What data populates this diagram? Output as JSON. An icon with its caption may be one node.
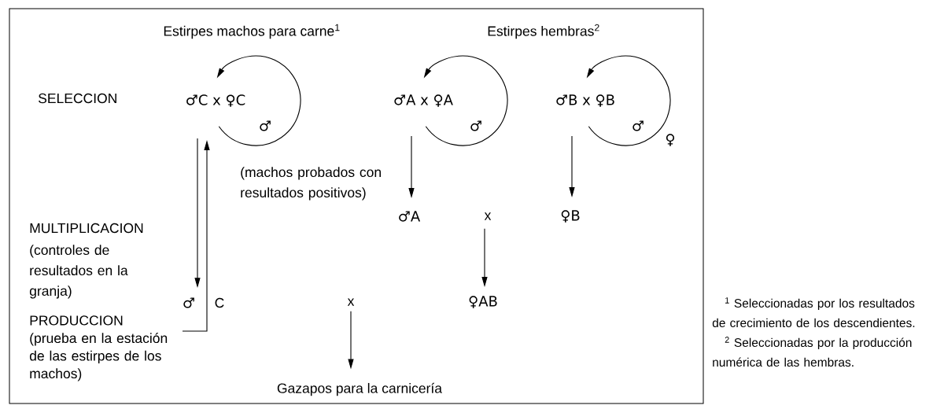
{
  "diagram": {
    "nodes": [
      {
        "text": [
          "♂C x ♀C"
        ],
        "beside": [
          "♂"
        ]
      },
      {
        "text": [
          "♂A x ♀A"
        ],
        "beside": [
          "♂"
        ]
      },
      {
        "text": [
          "♂B x ♀B"
        ],
        "beside": [
          "♂",
          "♀"
        ]
      },
      {
        "text": [
          "♂A"
        ]
      },
      {
        "text": [
          "x"
        ]
      },
      {
        "text": [
          "♀B"
        ]
      },
      {
        "text": [
          "♀AB"
        ]
      },
      {
        "text": [
          "♂"
        ]
      },
      {
        "text": [
          "x"
        ]
      },
      {
        "text": [
          "PRODUCCION",
          "(prueba en la estación de las estirpes de los machos)"
        ]
      },
      {
        "text": [
          "Gazapos para la carnicería"
        ]
      }
    ],
    "edges": [
      {
        "from": 0,
        "to": 0,
        "arrow": "to"
      },
      {
        "from": 1,
        "to": 1,
        "arrow": "to"
      },
      {
        "from": 2,
        "to": 2,
        "arrow": "to"
      },
      {
        "from": 1,
        "to": 3,
        "arrow": "to"
      },
      {
        "from": 2,
        "to": 5,
        "arrow": "to"
      },
      {
        "from": 4,
        "to": 6,
        "arrow": "to"
      },
      {
        "from": 0,
        "to": 7,
        "arrow": "to"
      },
      {
        "from": 9,
        "to": 0,
        "arrow": "to"
      },
      {
        "from": 8,
        "to": 10,
        "arrow": "to"
      }
    ],
    "labels": [
      "Estirpes machos para carne$^{1}$",
      "Estirpes hembras$^{2}$",
      "SELECCION",
      "(machos probados con resultados positivos)",
      "MULTIPLICACION",
      "(controles de resultados en la granja)",
      "C",
      "$^{1}$ Seleccionadas por los resultados de crecimiento de los descendientes.",
      "$^{2}$ Seleccionadas por la producción numérica de las hembras."
    ]
  }
}
